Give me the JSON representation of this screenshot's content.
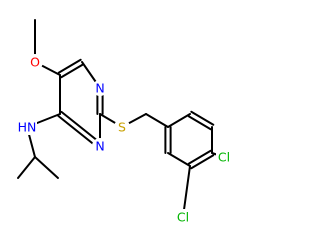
{
  "molecule": {
    "atoms": [
      {
        "id": "o_methoxy",
        "label": "O"
      },
      {
        "id": "n1_ring",
        "label": "N"
      },
      {
        "id": "n3_ring",
        "label": "N"
      },
      {
        "id": "nh_amine",
        "label": "HN"
      },
      {
        "id": "s_thioether",
        "label": "S"
      },
      {
        "id": "cl_upper",
        "label": "Cl"
      },
      {
        "id": "cl_lower",
        "label": "Cl"
      }
    ],
    "colors": {
      "bond": "#000000",
      "carbon": "#000000",
      "nitrogen": "#0000ff",
      "oxygen": "#ff0000",
      "sulfur": "#c8a000",
      "chlorine": "#00b400"
    }
  }
}
